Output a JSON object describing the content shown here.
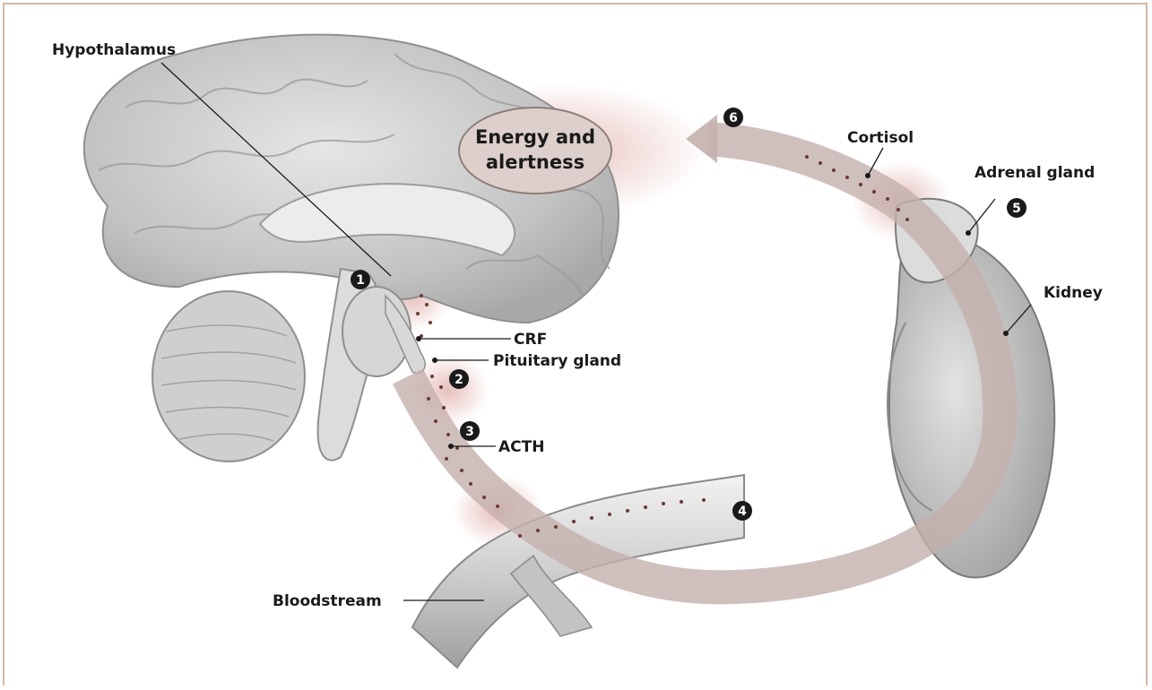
{
  "labels": {
    "hypothalamus": "Hypothalamus",
    "crf": "CRF",
    "pituitary": "Pituitary gland",
    "acth": "ACTH",
    "bloodstream": "Bloodstream",
    "cortisol": "Cortisol",
    "adrenal": "Adrenal gland",
    "kidney": "Kidney"
  },
  "effect_box": {
    "line1": "Energy and",
    "line2": "alertness"
  },
  "steps": [
    "1",
    "2",
    "3",
    "4",
    "5",
    "6"
  ],
  "colors": {
    "frame": "#d3b8a6",
    "brain": "#c9c9c9",
    "pathway": "#c4b0ac",
    "glow": "#d28a84",
    "dots": "#6b3a34"
  }
}
